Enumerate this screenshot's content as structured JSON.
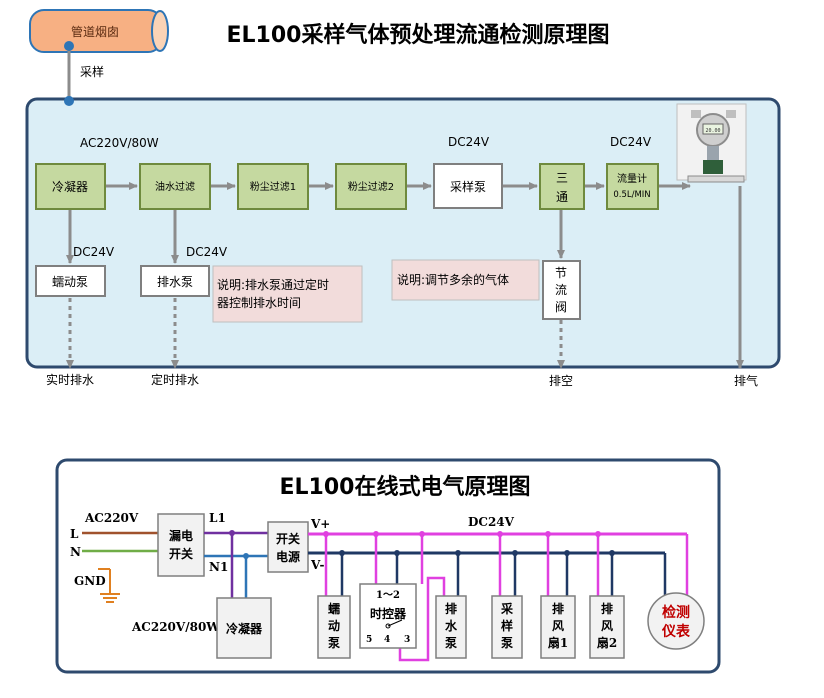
{
  "top": {
    "title": "EL100采样气体预处理流通检测原理图",
    "pipe_label": "管道烟囱",
    "sample_label": "采样",
    "ac_label": "AC220V/80W",
    "dc_main": "DC24V",
    "dc_flow": "DC24V",
    "dc_peristaltic": "DC24V",
    "dc_drain": "DC24V",
    "boxes": {
      "condenser": "冷凝器",
      "oil_filter": "油水过滤",
      "dust_filter1": "粉尘过滤1",
      "dust_filter2": "粉尘过滤2",
      "sample_pump": "采样泵",
      "three_way_1": "三",
      "three_way_2": "通",
      "flow_meter_1": "流量计",
      "flow_meter_2": "0.5L/MIN",
      "peristaltic_pump": "蠕动泵",
      "drain_pump": "排水泵",
      "throttle_1": "节",
      "throttle_2": "流",
      "throttle_3": "阀",
      "instrument_display": "20.00"
    },
    "note1_line1": "说明:排水泵通过定时",
    "note1_line2": "器控制排水时间",
    "note2": "说明:调节多余的气体",
    "outputs": {
      "realtime_drain": "实时排水",
      "timed_drain": "定时排水",
      "vent_air": "排空",
      "exhaust": "排气"
    }
  },
  "bottom": {
    "title": "EL100在线式电气原理图",
    "ac_label": "AC220V",
    "L": "L",
    "N": "N",
    "GND": "GND",
    "L1": "L1",
    "N1": "N1",
    "leak_switch_1": "漏电",
    "leak_switch_2": "开关",
    "psu_1": "开关",
    "psu_2": "电源",
    "v_plus": "V+",
    "v_minus": "V-",
    "dc_label": "DC24V",
    "ac_cond": "AC220V/80W",
    "condenser": "冷凝器",
    "peristaltic": [
      "蠕",
      "动",
      "泵"
    ],
    "timer_top": "1～2",
    "timer": "时控器",
    "timer_pins": [
      "5",
      "4",
      "3"
    ],
    "drain": [
      "排",
      "水",
      "泵"
    ],
    "sample": [
      "采",
      "样",
      "泵"
    ],
    "fan1": [
      "排",
      "风",
      "扇1"
    ],
    "fan2": [
      "排",
      "风",
      "扇2"
    ],
    "instrument_1": "检测",
    "instrument_2": "仪表"
  },
  "colors": {
    "panel_fill": "#dbeef6",
    "panel_border": "#2e4a6e",
    "box_green": "#c5d9a0",
    "box_green_border": "#6f8a3e",
    "note_fill": "#f2dcdb",
    "pipe_fill": "#f7b083",
    "arrow_gray": "#8c8c8c",
    "wire_red": "#a0522d",
    "wire_green": "#70ad47",
    "wire_purple": "#7030a0",
    "wire_blue": "#2e75b6",
    "wire_magenta": "#e040e0",
    "wire_navy": "#1f3864",
    "instrument_red": "#c00000"
  }
}
